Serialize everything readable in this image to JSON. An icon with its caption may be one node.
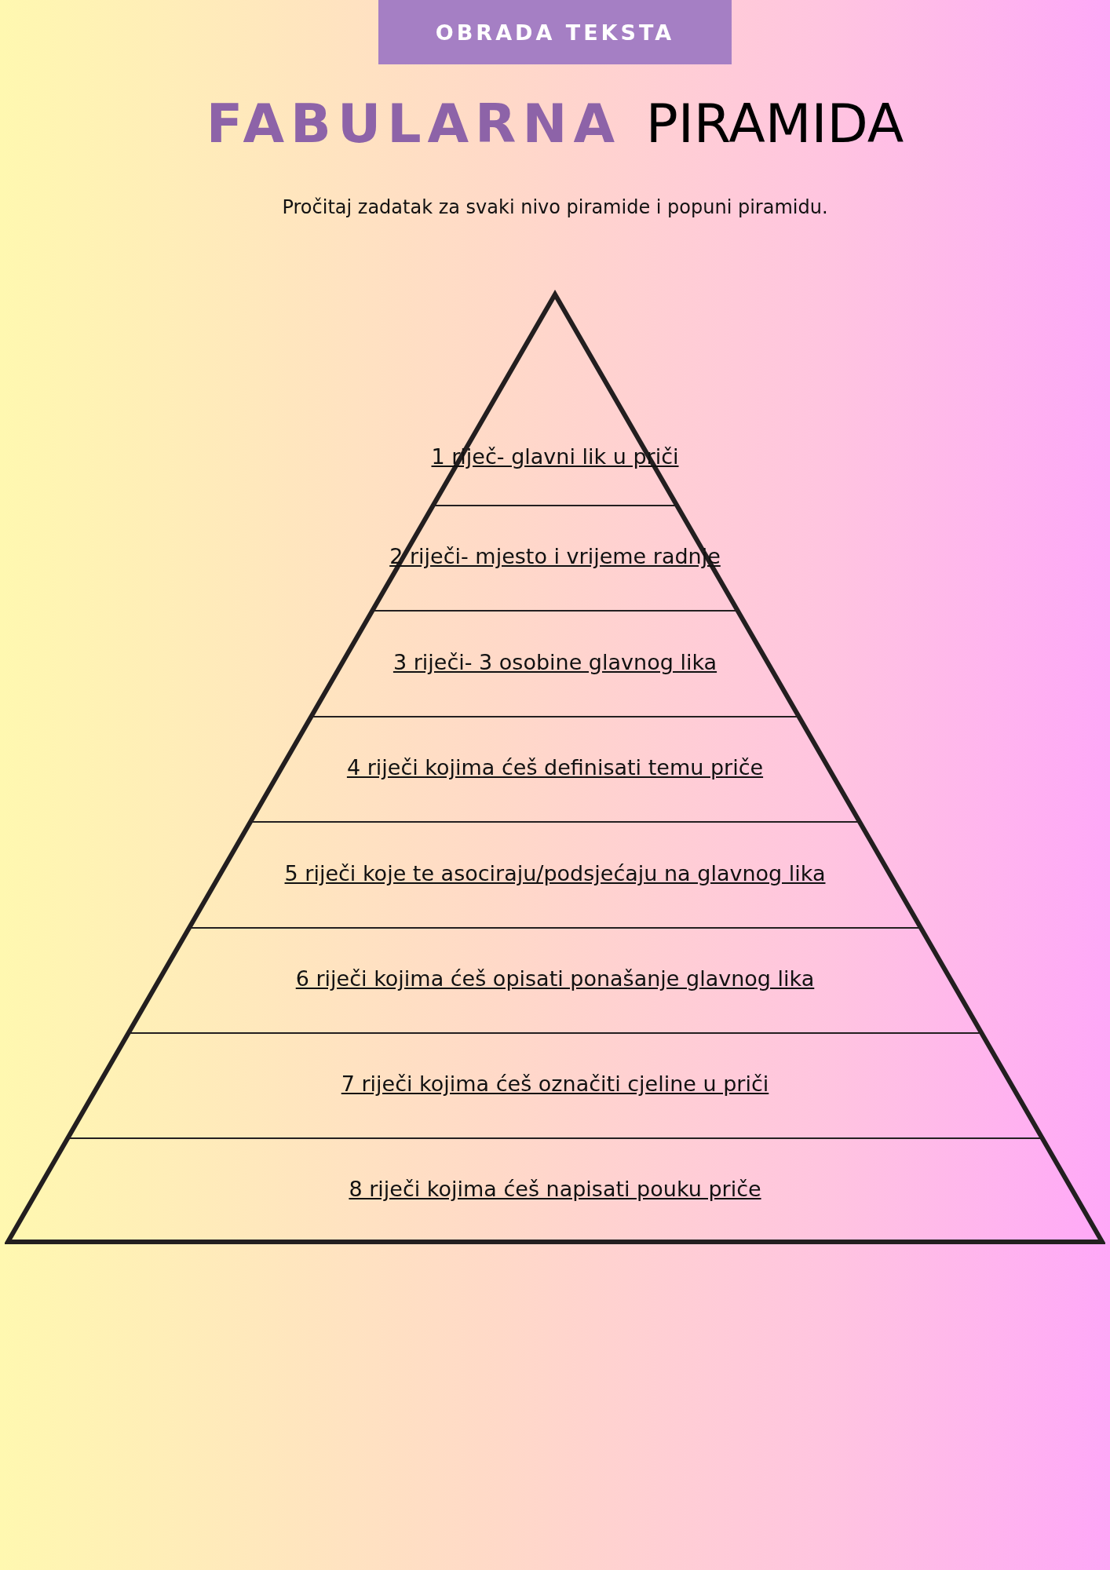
{
  "diagram": {
    "title": "FABULARNA PIRAMIDA",
    "nodes": [
      {
        "text": [
          "1 riječ- glavni lik u priči"
        ]
      },
      {
        "text": [
          "2 riječi- mjesto i vrijeme radnje"
        ]
      },
      {
        "text": [
          "3 riječi- 3 osobine glavnog lika"
        ]
      },
      {
        "text": [
          "4 riječi kojima ćeš definisati temu priče"
        ]
      },
      {
        "text": [
          "5 riječi koje te asociraju/podsjećaju na glavnog lika"
        ]
      },
      {
        "text": [
          "6 riječi kojima ćeš opisati ponašanje glavnog lika"
        ]
      },
      {
        "text": [
          "7 riječi kojima ćeš označiti cjeline u priči"
        ]
      },
      {
        "text": [
          "8 riječi kojima ćeš napisati pouku priče"
        ]
      }
    ],
    "labels": [
      "OBRADA TEKSTA",
      "Pročitaj zadatak za svaki nivo piramide i popuni piramidu."
    ]
  }
}
